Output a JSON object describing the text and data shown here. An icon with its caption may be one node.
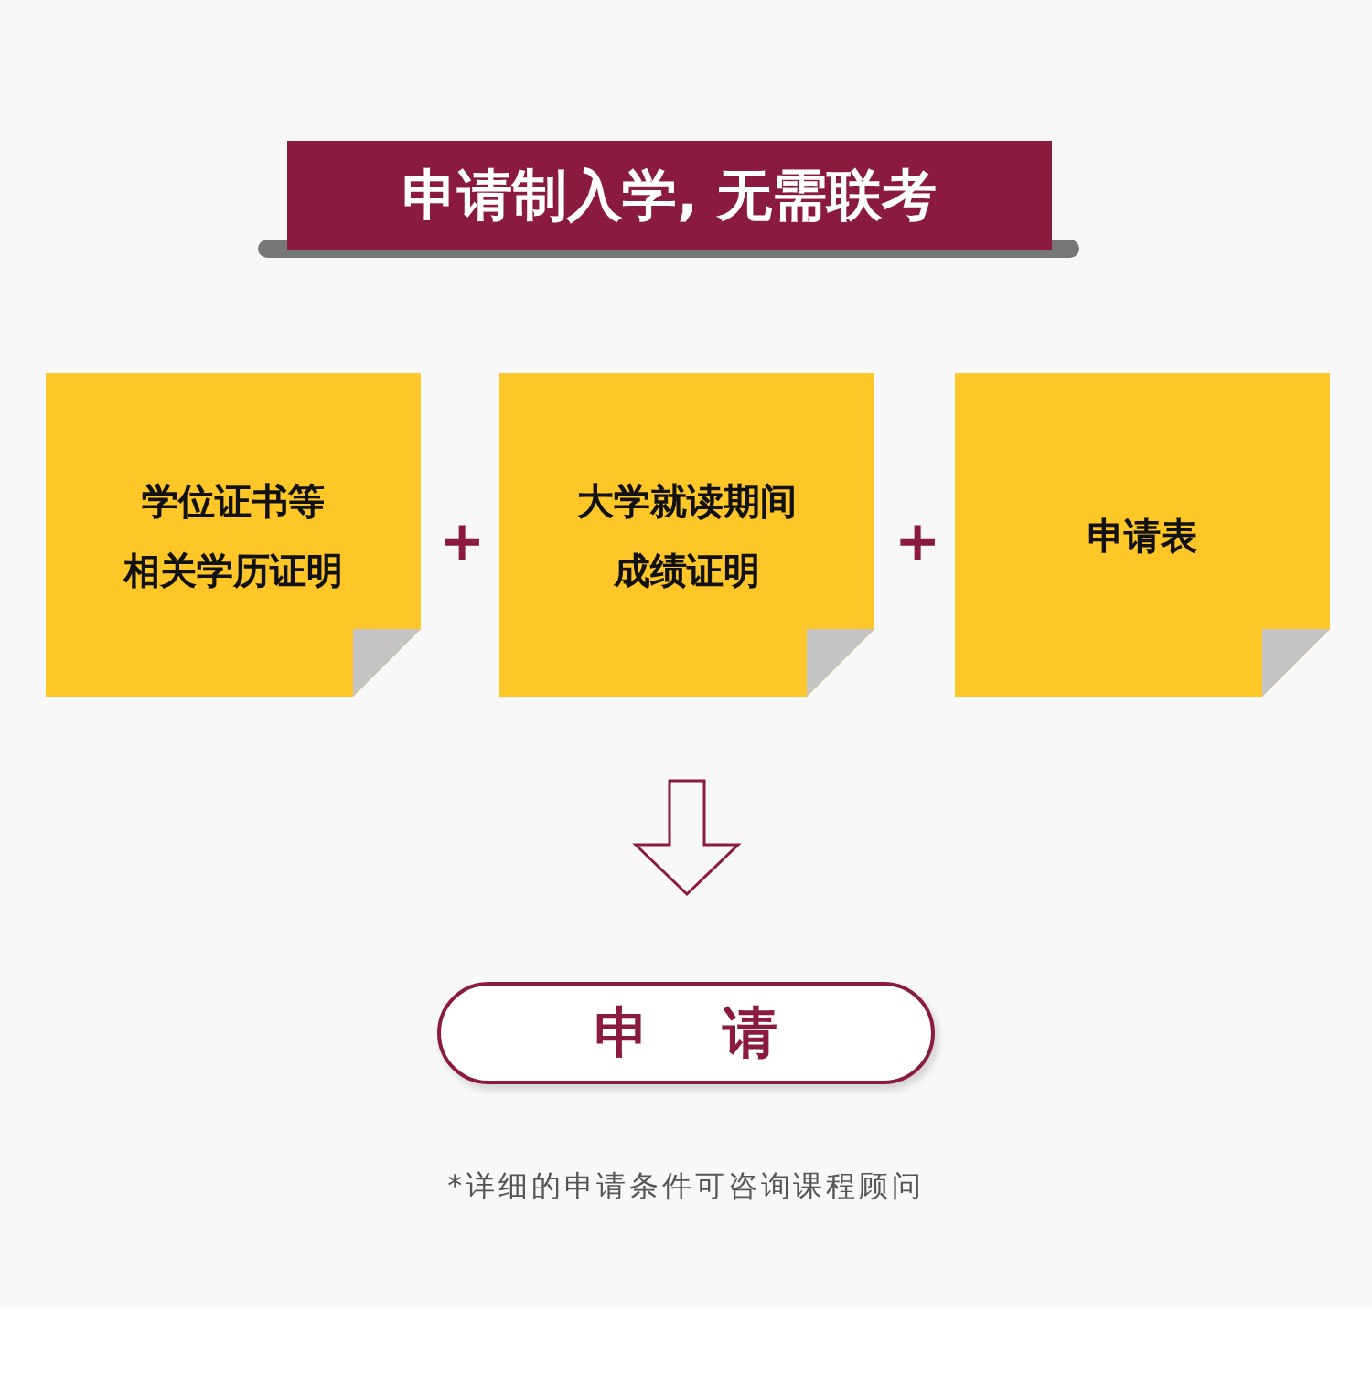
{
  "diagram": {
    "title": "申请制入学, 无需联考",
    "nodes": [
      {
        "text": [
          "学位证书等相关学历证明"
        ]
      },
      {
        "text": [
          "大学就读期间成绩证明"
        ]
      },
      {
        "text": [
          "申请表"
        ]
      },
      {
        "text": [
          "申 请"
        ]
      }
    ],
    "edges": [
      {
        "from": 1,
        "to": 3,
        "arrow": "to"
      }
    ],
    "labels": [
      "+",
      "+",
      "*详细的申请条件可咨询课程顾问"
    ]
  }
}
